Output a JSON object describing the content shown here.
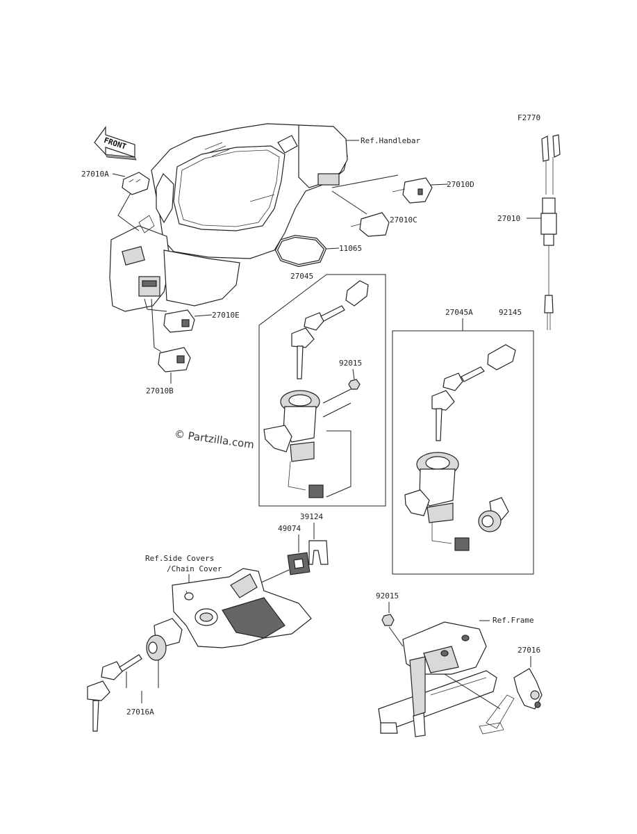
{
  "figure_code": "F2770",
  "watermark": "© Partzilla.com",
  "front_label": "FRONT",
  "footer_lines": [
    "",
    ""
  ],
  "callouts": {
    "c27010A": "27010A",
    "c27010B": "27010B",
    "c27010C": "27010C",
    "c27010D": "27010D",
    "c27010E": "27010E",
    "c27010": "27010",
    "c11065": "11065",
    "c27045": "27045",
    "c27045A": "27045A",
    "c92145": "92145",
    "c92015a": "92015",
    "c92015b": "92015",
    "c39124": "39124",
    "c49074": "49074",
    "c27016": "27016",
    "c27016A": "27016A"
  },
  "references": {
    "handlebar": "Ref.Handlebar",
    "side_covers_1": "Ref.Side Covers",
    "side_covers_2": "/Chain Cover",
    "frame": "Ref.Frame"
  }
}
